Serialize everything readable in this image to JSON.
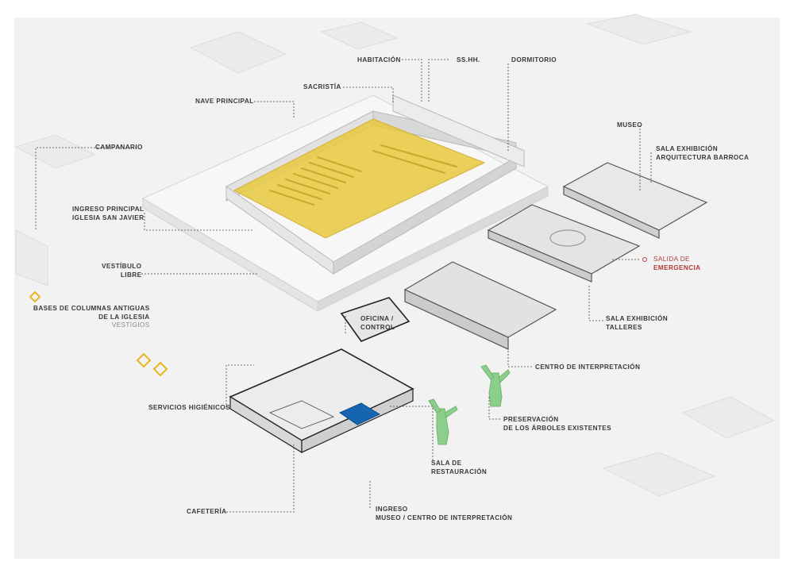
{
  "labels": {
    "habitacion": "HABITACIÓN",
    "sshh": "SS.HH.",
    "dormitorio": "DORMITORIO",
    "sacristia": "SACRISTÍA",
    "nave_principal": "NAVE PRINCIPAL",
    "museo": "MUSEO",
    "campanario": "CAMPANARIO",
    "sala_exhibicion_barroca": [
      "SALA EXHIBICIÓN",
      "ARQUITECTURA BARROCA"
    ],
    "ingreso_principal": [
      "INGRESO PRINCIPAL",
      "IGLESIA SAN JAVIER"
    ],
    "salida_emergencia": [
      "SALIDA DE",
      "EMERGENCIA"
    ],
    "vestibulo": [
      "VESTÍBULO",
      "LIBRE"
    ],
    "bases_columnas": [
      "BASES DE COLUMNAS ANTIGUAS",
      "DE LA IGLESIA"
    ],
    "vestigios": "VESTIGIOS",
    "oficina": [
      "OFICINA /",
      "CONTROL"
    ],
    "sala_talleres": [
      "SALA EXHIBICIÓN",
      "TALLERES"
    ],
    "centro_interpretacion": "CENTRO DE INTERPRETACIÓN",
    "servicios_higienicos": "SERVICIOS  HIGIÉNICOS",
    "preservacion": [
      "PRESERVACIÓN",
      "DE LOS ÁRBOLES EXISTENTES"
    ],
    "sala_restauracion": [
      "SALA DE",
      "RESTAURACIÓN"
    ],
    "cafeteria": "CAFETERÍA",
    "ingreso_museo": [
      "INGRESO",
      "MUSEO / CENTRO DE INTERPRETACIÓN"
    ]
  },
  "colors": {
    "nave_highlight": "#e8c840",
    "restauracion_highlight": "#1565b0",
    "trees": "#8ccf8c",
    "vestigios_markers": "#e8b520",
    "emergency": "#b33a3a"
  }
}
